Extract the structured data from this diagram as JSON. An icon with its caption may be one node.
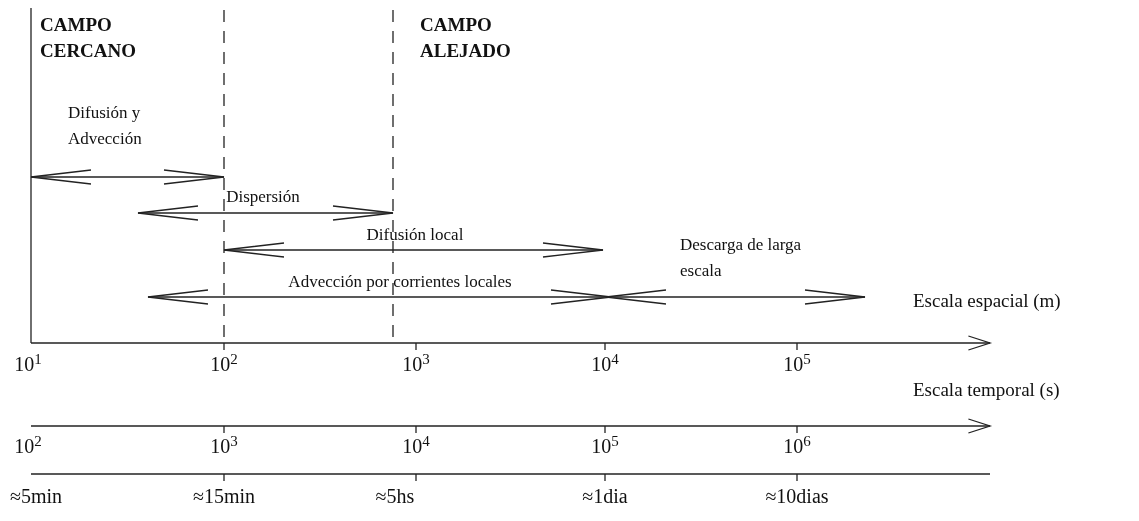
{
  "diagram": {
    "labels": [
      "CAMPO CERCANO",
      "CAMPO ALEJADO",
      "Difusión y Advección",
      "Dispersión",
      "Difusión local",
      "Descarga de larga escala",
      "Advección por corrientes locales",
      "Escala espacial (m)",
      "10$^{1}$",
      "10$^{2}$",
      "10$^{3}$",
      "10$^{4}$",
      "10$^{5}$",
      "Escala temporal (s)",
      "10$^{2}$",
      "10$^{3}$",
      "10$^{4}$",
      "10$^{5}$",
      "10$^{6}$",
      "≈5min",
      "≈15min",
      "≈5hs",
      "≈1dia",
      "≈10dias"
    ]
  }
}
